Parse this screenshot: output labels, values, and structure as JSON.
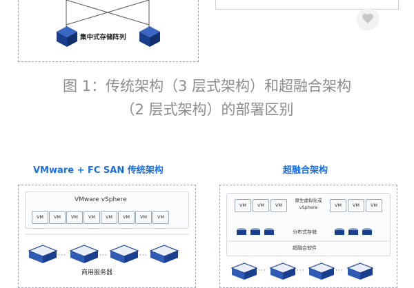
{
  "top_diagram": {
    "storage_label": "集中式存储阵列"
  },
  "caption": {
    "line1": "图 1：传统架构（3 层式架构）和超融合架构",
    "line2": "（2 层式架构）的部署区别"
  },
  "left_diagram": {
    "title": "VMware + FC SAN 传统架构",
    "vsphere_label": "VMware vSphere",
    "vm_label": "VM",
    "vm_count": 8,
    "dots": "···",
    "servers_label": "商用服务器"
  },
  "right_diagram": {
    "title": "超融合架构",
    "vm_label": "VM",
    "virtualization_label": "原生虚拟化或\nvSphere",
    "distributed_storage_label": "分布式存储",
    "hyper_software_label": "超融合软件",
    "dots": "···"
  },
  "colors": {
    "accent": "#1a6fe0",
    "cube_dark": "#1b3f8f",
    "caption": "#8c8c8c",
    "frame": "#9aa3ad"
  },
  "icons": [
    "heart-icon",
    "storage-cube-icon",
    "server-icon",
    "disk-icon"
  ]
}
